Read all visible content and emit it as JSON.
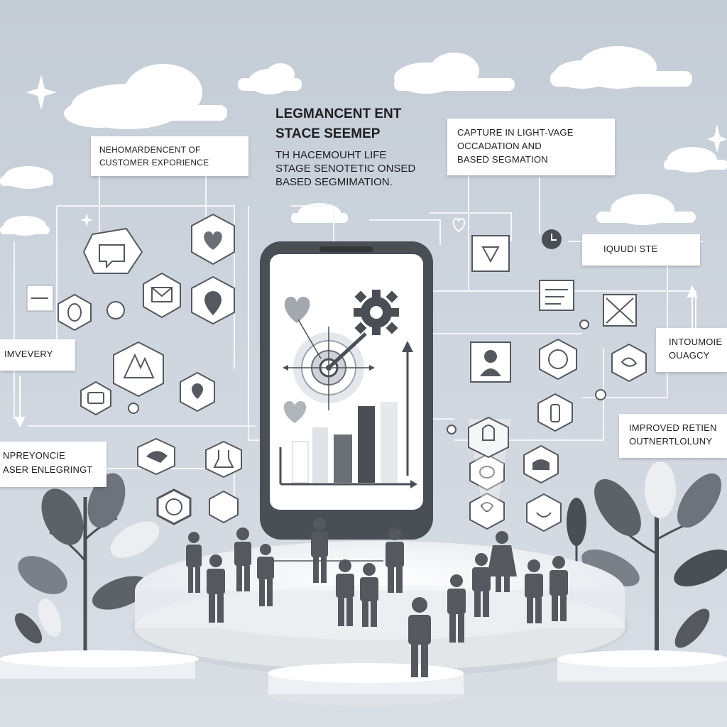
{
  "title": {
    "line1": "LEGMANCENT  ENT",
    "line2": "STACE SEEMEP",
    "line3": "TH HACEMOUHT LIFE",
    "line4": "STAGE SENOTETIC ONSED",
    "line5": "BASED SEGMIMATION."
  },
  "labels": {
    "top_left": [
      "NEHOMARDENCENT OF",
      "CUSTOMER EXPORIENCE"
    ],
    "top_right": [
      "CAPTURE IN LIGHT-VAGE",
      "OCCADATION AND",
      "BASED SEGMATION"
    ],
    "left_middle": [
      "IMVEVERY"
    ],
    "left_bottom": [
      "NPREYONCIE",
      "ASER ENLEGRINGT"
    ],
    "right_upper": [
      "IQUUDI STE"
    ],
    "right_middle": [
      "INTOUMOIE",
      "OUAGCY"
    ],
    "right_lower": [
      "IMPROVED RETIEN",
      "OUTNERTLOLUNY"
    ]
  },
  "icons": {
    "left_network": [
      "chat-icon",
      "heart-icon",
      "mail-icon",
      "pin-icon",
      "face-icon",
      "node-icon",
      "mountain-icon",
      "location-icon",
      "camera-icon",
      "cap-icon",
      "flask-icon",
      "people-icon",
      "phone-icon",
      "sticky-note-icon"
    ],
    "right_network": [
      "frame-icon",
      "document-icon",
      "envelope-icon",
      "user-icon",
      "person-circle-icon",
      "hand-icon",
      "bottle-icon",
      "cake-icon",
      "egg-icon",
      "pouch-icon",
      "clock-icon"
    ]
  },
  "colors": {
    "background": "#c9d1db",
    "dark": "#4a4e55",
    "mid": "#8a9099",
    "light": "#e9ecf0",
    "white": "#ffffff"
  }
}
